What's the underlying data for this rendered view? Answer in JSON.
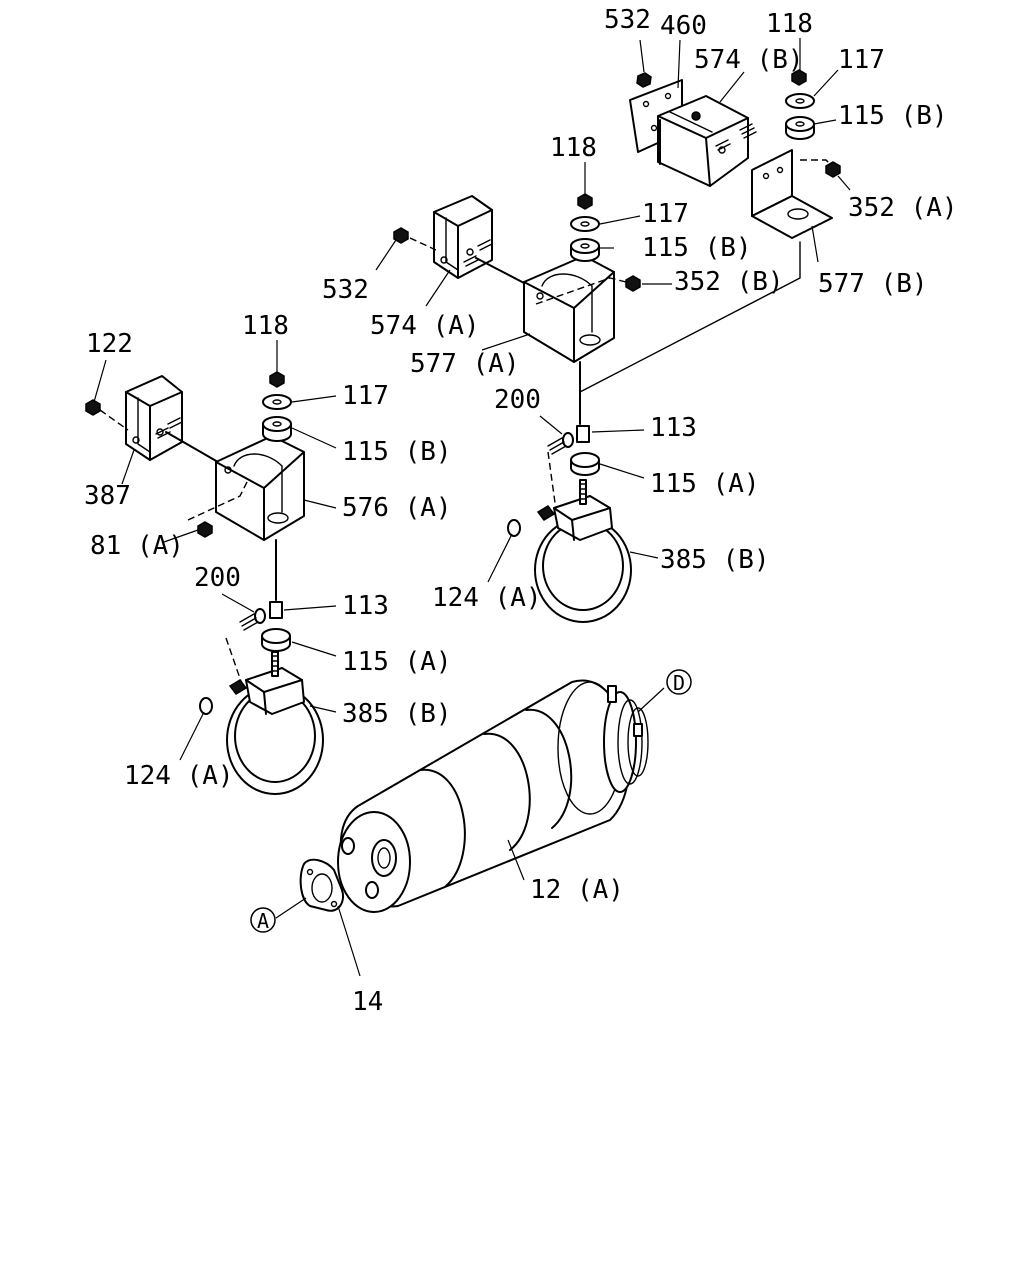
{
  "labels": {
    "l532_top": "532",
    "l460": "460",
    "l118_top": "118",
    "l574b": "574 (B)",
    "l117_top": "117",
    "l115b_top": "115 (B)",
    "l352a": "352 (A)",
    "l577b": "577 (B)",
    "l118_mid": "118",
    "l117_mid": "117",
    "l115b_mid": "115 (B)",
    "l532_mid": "532",
    "l352b": "352 (B)",
    "l574a": "574 (A)",
    "l577a": "577 (A)",
    "l122": "122",
    "l118_left": "118",
    "l117_left": "117",
    "l115b_left": "115 (B)",
    "l387": "387",
    "l576a": "576 (A)",
    "l81a": "81 (A)",
    "l200_right": "200",
    "l113_right": "113",
    "l115a_right": "115 (A)",
    "l385b_right": "385 (B)",
    "l124a_right": "124 (A)",
    "l200_left": "200",
    "l113_left": "113",
    "l115a_left": "115 (A)",
    "l385b_left": "385 (B)",
    "l124a_left": "124 (A)",
    "l12a": "12 (A)",
    "l14": "14"
  },
  "callouts": {
    "a": "A",
    "d": "D"
  }
}
